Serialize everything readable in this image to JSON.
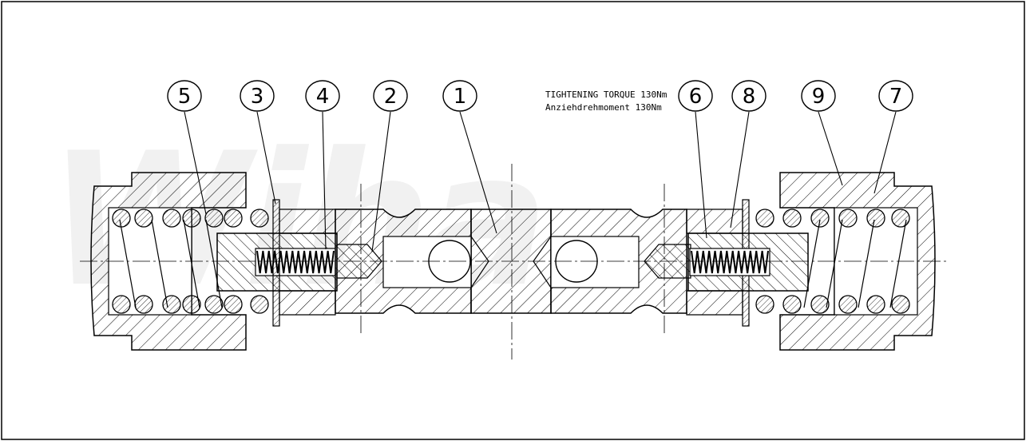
{
  "drawing": {
    "note_line_1": "TIGHTENING TORQUE 130Nm",
    "note_line_2": "Anziehdrehmoment 130Nm",
    "watermark": "Wiha",
    "callouts": [
      {
        "label": "5"
      },
      {
        "label": "3"
      },
      {
        "label": "4"
      },
      {
        "label": "2"
      },
      {
        "label": "1"
      },
      {
        "label": "6"
      },
      {
        "label": "8"
      },
      {
        "label": "9"
      },
      {
        "label": "7"
      }
    ]
  }
}
